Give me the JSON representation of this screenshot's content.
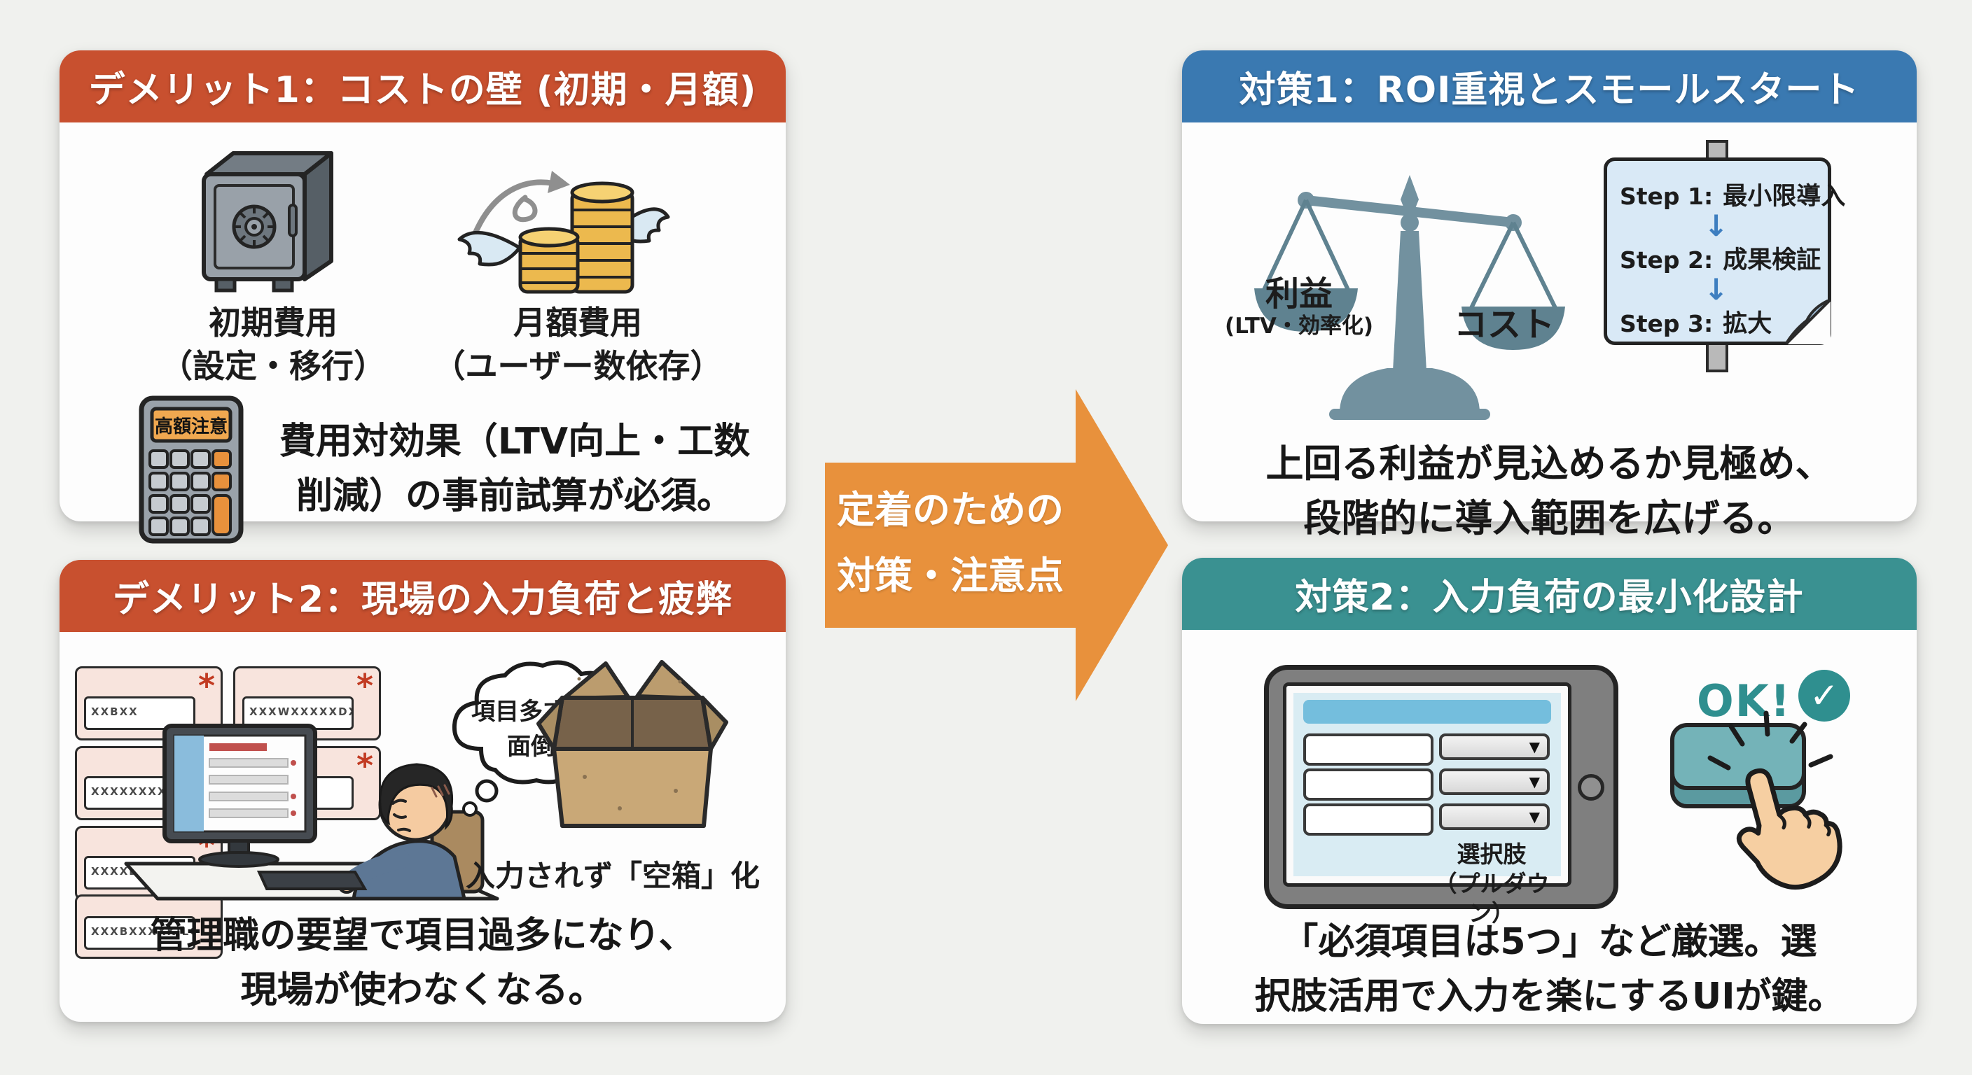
{
  "colors": {
    "background": "#f0f1ee",
    "demerit_header": "#c8502f",
    "measure1_header": "#3a79b1",
    "measure2_header": "#3a9191",
    "flow_arrow": "#e8913c",
    "step_arrow_blue": "#3d7ec0",
    "ok_teal": "#2f8f8f"
  },
  "demerit1": {
    "header": "デメリット1：コストの壁 (初期・月額)",
    "items": [
      {
        "title": "初期費用",
        "subtitle": "（設定・移行）"
      },
      {
        "title": "月額費用",
        "subtitle": "（ユーザー数依存）"
      }
    ],
    "calculator_display": "高額注意",
    "note_line1": "費用対効果（LTV向上・工数",
    "note_line2": "削減）の事前試算が必須。"
  },
  "demerit2": {
    "header": "デメリット2：現場の入力負荷と疲弊",
    "required_mark": "*",
    "form_placeholders": [
      "xxbxx",
      "xxxwxxxxxdxxx",
      "xxxxxxxxxoxx",
      "",
      "xxxxdxxxxsmw",
      "xxxbxxxxkilga"
    ],
    "thought_line1": "項目多すぎ…",
    "thought_line2": "面倒！",
    "box_caption": "入力されず「空箱」化",
    "note_line1": "管理職の要望で項目過多になり、",
    "note_line2": "現場が使わなくなる。"
  },
  "flow_arrow": {
    "line1": "定着のための",
    "line2": "対策・注意点"
  },
  "measure1": {
    "header": "対策1：ROI重視とスモールスタート",
    "scale": {
      "left_title": "利益",
      "left_subtitle": "(LTV・効率化)",
      "right_title": "コスト"
    },
    "steps": [
      {
        "label": "Step 1:",
        "text": "最小限導入"
      },
      {
        "label": "Step 2:",
        "text": "成果検証"
      },
      {
        "label": "Step 3:",
        "text": "拡大"
      }
    ],
    "step_arrow_glyph": "↓",
    "note_line1": "上回る利益が見込めるか見極め、",
    "note_line2": "段階的に導入範囲を広げる。"
  },
  "measure2": {
    "header": "対策2：入力負荷の最小化設計",
    "dropdown_glyph": "▼",
    "pulldown_line1": "選択肢",
    "pulldown_line2": "（プルダウン）",
    "ok_text": "OK!",
    "check_glyph": "✓",
    "note_line1": "「必須項目は5つ」など厳選。選",
    "note_line2": "択肢活用で入力を楽にするUIが鍵。"
  }
}
